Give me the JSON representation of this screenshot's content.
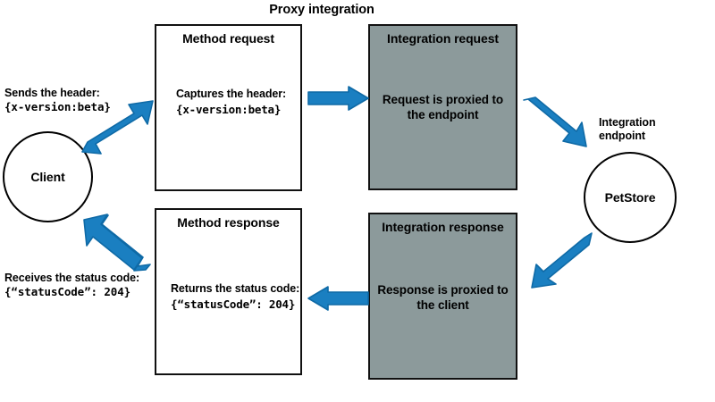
{
  "diagram": {
    "title": "Proxy integration",
    "colors": {
      "arrow_blue": "#1a7fc1",
      "arrow_blue_stroke": "#0f6aa6",
      "box_gray": "#8c9a9b",
      "box_border": "#111111",
      "background": "#ffffff",
      "text": "#000000"
    },
    "nodes": {
      "client": {
        "label": "Client",
        "shape": "circle"
      },
      "method_request": {
        "title": "Method request",
        "body_line1": "Captures the header:",
        "body_line2": "{x-version:beta}",
        "shape": "rect",
        "fill": "white"
      },
      "integration_request": {
        "title": "Integration request",
        "body_line1": "Request is proxied to",
        "body_line2": "the endpoint",
        "shape": "rect",
        "fill": "gray"
      },
      "integration_endpoint": {
        "label_line1": "Integration",
        "label_line2": "endpoint",
        "name": "PetStore",
        "shape": "circle"
      },
      "integration_response": {
        "title": "Integration response",
        "body_line1": "Response is proxied to",
        "body_line2": "the client",
        "shape": "rect",
        "fill": "gray"
      },
      "method_response": {
        "title": "Method response",
        "body_line1": "Returns the status code:",
        "body_line2": "{“statusCode”: 204}",
        "shape": "rect",
        "fill": "white"
      }
    },
    "captions": {
      "client_sends_line1": "Sends the header:",
      "client_sends_line2": "{x-version:beta}",
      "client_receives_line1": "Receives the status code:",
      "client_receives_line2": "{“statusCode”: 204}"
    },
    "arrows": [
      {
        "name": "client-to-method-request",
        "direction": "up-right"
      },
      {
        "name": "method-request-to-integration-request",
        "direction": "right"
      },
      {
        "name": "integration-request-to-endpoint",
        "direction": "down-right"
      },
      {
        "name": "endpoint-to-integration-response",
        "direction": "down-left"
      },
      {
        "name": "integration-response-to-method-response",
        "direction": "left"
      },
      {
        "name": "method-response-to-client",
        "direction": "up-left"
      }
    ]
  }
}
